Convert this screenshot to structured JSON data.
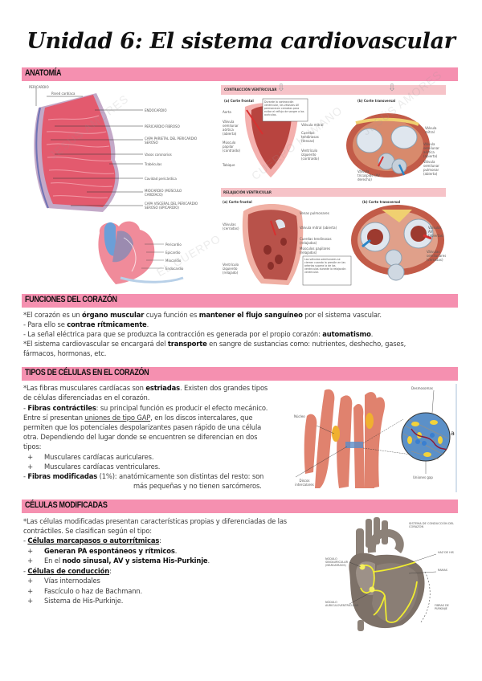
{
  "page": {
    "title": "Unidad 6: El sistema cardiovascular"
  },
  "sections": {
    "anatomia": {
      "title": "ANATOMÍA",
      "fig_wall": {
        "labels": {
          "pericardio": "PERICARDIO",
          "pared": "Pared cardíaca",
          "endocardio": "ENDOCARDIO",
          "pericardio_fibroso": "PERICARDIO FIBROSO",
          "capa_parietal": "CAPA PARIETAL DEL PERICARDIO SEROSO",
          "vasos": "Vasos coronarios",
          "trabeculas": "Trabéculas",
          "cavidad": "Cavidad pericárdica",
          "miocardio": "MIOCARDIO (MÚSCULO CARDÍACO)",
          "capa_visceral": "CAPA VISCERAL DEL PERICARDIO SEROSO (EPICARDIO)"
        }
      },
      "fig_heart_small": {
        "labels": [
          "Pericardio",
          "Epicardio",
          "Miocardio",
          "Endocardio"
        ]
      },
      "fig_contraction": {
        "header": "CONTRACCIÓN VENTRICULAR",
        "a_label": "(a) Corte frontal",
        "b_label": "(b) Corte transversal",
        "labels_left": [
          "Aorta",
          "Válvula semilunar aórtica (abierta)",
          "Músculo papilar (contraído)",
          "Tabique"
        ],
        "labels_mid": [
          "Aurícula izquierda",
          "Válvula mitral",
          "Cuerdas tendinosas (tensas)",
          "Ventrículo izquierdo (contraído)"
        ],
        "note": "Durante la contracción ventricular, las válvulas AV permanecen cerradas para evitar el reflujo de sangre a las aurículas.",
        "labels_right": [
          "Válvula mitral",
          "Válvula semilunar aórtica (abierta)",
          "Válvula semilunar pulmonar (abierta)",
          "Válvula tricúspide (AV derecha)"
        ]
      },
      "fig_relaxation": {
        "header": "RELAJACIÓN VENTRICULAR",
        "a_label": "(a) Corte frontal",
        "b_label": "(b) Corte transversal",
        "labels_left": [
          "Válvulas (cerradas)",
          "Ventrículo izquierdo (relajado)"
        ],
        "labels_mid": [
          "Venas pulmonares",
          "Válvula mitral (abierta)",
          "Cuerdas tendinosas (relajadas)",
          "Músculos papilares (relajados)"
        ],
        "note": "Las válvulas semilunares se cierran cuando la presión en las arterias supera la de los ventrículos durante la relajación ventricular.",
        "labels_right": [
          "Válvulas AV (abiertas)",
          "Válvulas semilunares (cerradas)"
        ]
      }
    },
    "funciones": {
      "title": "FUNCIONES DEL CORAZÓN",
      "p1_a": "*El corazón es un ",
      "p1_b": "órgano muscular",
      "p1_c": " cuya función es ",
      "p1_d": "mantener el flujo sanguíneo",
      "p1_e": " por el sistema vascular.",
      "p2_a": " - Para ello se ",
      "p2_b": "contrae rítmicamente",
      "p2_c": ".",
      "p3_a": " - La señal eléctrica para que se produzca la contracción es generada por el propio corazón: ",
      "p3_b": "automatismo",
      "p3_c": ".",
      "p4_a": "*El sistema cardiovascular se encargará del ",
      "p4_b": "transporte",
      "p4_c": " en sangre de sustancias como: nutrientes, deshecho, gases,",
      "p4_d": "fármacos, hormonas, etc."
    },
    "tipos": {
      "title": "TIPOS DE CÉLULAS EN EL CORAZÓN",
      "l1_a": "*Las fibras musculares cardíacas son ",
      "l1_b": "estriadas",
      "l1_c": ". Existen dos grandes tipos",
      "l2": "de células diferenciadas en el corazón.",
      "l3_a": " - ",
      "l3_b": "Fibras contráctiles",
      "l3_c": ": su principal función es producir el efecto mecánico.",
      "l4_a": "Entre sí presentan ",
      "l4_b": "uniones de tipo GAP",
      "l4_c": ", en los discos intercalares, que",
      "l5": "permiten que los potenciales despolarizantes pasen rápido de una célula",
      "l6": "otra. Dependiendo del lugar donde se encuentren se diferencian en dos",
      "l7": "tipos:",
      "bullet": "+",
      "b1": "Musculares cardíacas auriculares.",
      "b2": "Musculares cardíacas ventriculares.",
      "l8_a": " - ",
      "l8_b": "Fibras modificadas",
      "l8_c": " (1%): anatómicamente son distintas del resto: son",
      "l9": "más pequeñas y no tienen sarcómeros.",
      "fig": {
        "nucleo": "Núcleo",
        "discos": "Discos intercalares",
        "desmosomas": "Desmosomas",
        "uniones": "Uniones gap",
        "letter": "a"
      }
    },
    "modificadas": {
      "title": "CÉLULAS MODIFICADAS",
      "l1": "*Las células modificadas presentan características propias y diferenciadas de las",
      "l2": "contráctiles. Se clasifican según el tipo:",
      "l3_a": " - ",
      "l3_b": "Células marcapasos o autorrítmicas",
      "l3_c": ":",
      "bullet": "+",
      "b1": "Generan PA espontáneos y rítmicos",
      "b1_end": ".",
      "b2_a": "En el ",
      "b2_b": "nodo sinusal, AV y sistema His-Purkinje",
      "b2_c": ".",
      "l4_a": " - ",
      "l4_b": "Células de conducción",
      "l4_c": ":",
      "c1": "Vías internodales",
      "c2": "Fascículo o haz de Bachmann.",
      "c3": "Sistema de His-Purkinje.",
      "fig": {
        "title": "SISTEMA DE CONDUCCIÓN DEL CORAZÓN",
        "l_sa": "NÓDULO SINOAURICULAR (MARCAPASOS)",
        "l_av": "NÓDULO AURICULOVENTRICULAR",
        "r_his": "HAZ DE HIS",
        "r_ramas": "RAMAS",
        "r_purk": "FIBRAS DE PURKINJE"
      }
    }
  },
  "watermarks": [
    "JESÚS AMORES",
    "CUERPO HUMANO",
    "EL CUERPO"
  ],
  "colors": {
    "section_bar": "#f590b0",
    "figure_strip": "#f6c3c8",
    "text": "#3d3d3d",
    "bold_text": "#111111"
  }
}
